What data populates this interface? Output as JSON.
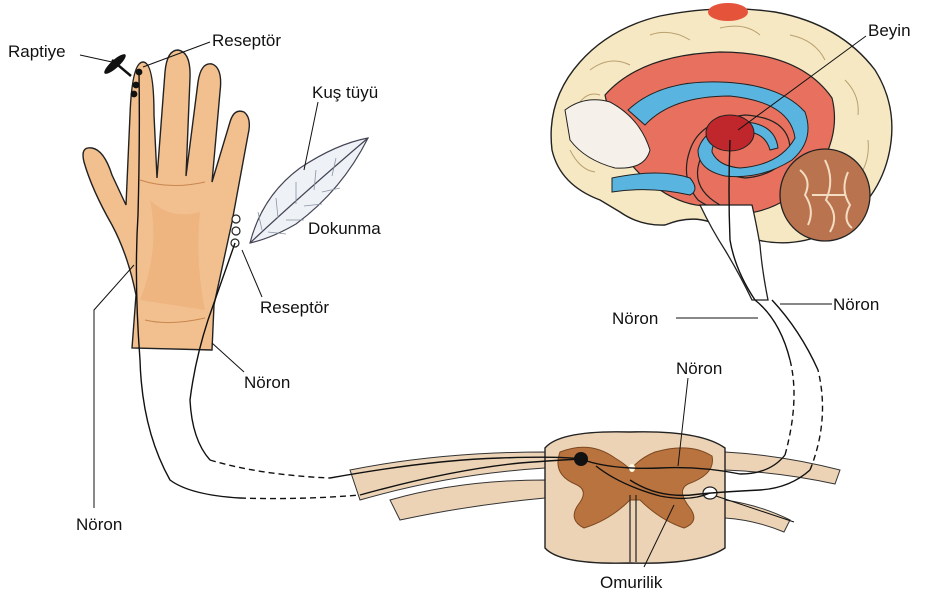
{
  "labels": {
    "raptiye": "Raptiye",
    "reseptor_top": "Reseptör",
    "kus_tuyu": "Kuş tüyü",
    "dokunma": "Dokunma",
    "reseptor_hand": "Reseptör",
    "noron_hand": "Nöron",
    "noron_left": "Nöron",
    "beyin": "Beyin",
    "noron_brain_left": "Nöron",
    "noron_brain_right": "Nöron",
    "noron_spinal": "Nöron",
    "omurilik": "Omurilik"
  },
  "colors": {
    "skin": "#f2c08f",
    "skin_shadow": "#d8945a",
    "cortex": "#f6e8c2",
    "brain_red": "#e7715e",
    "ventricle_blue": "#5ab4e0",
    "cerebellum": "#b9734e",
    "spinal_outer": "#ecd3b6",
    "grey_matter": "#b9733f",
    "outline": "#222222"
  }
}
